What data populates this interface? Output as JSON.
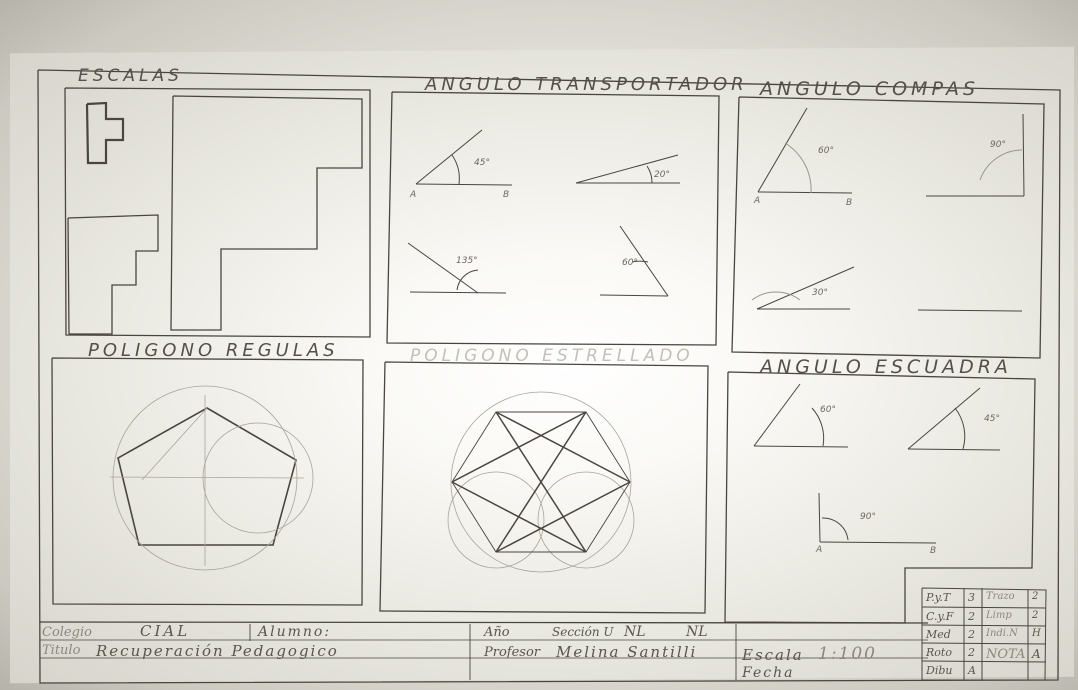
{
  "sections": {
    "escalas": "ESCALAS",
    "angulo_transportador": "ANGULO TRANSPORTADOR",
    "angulo_compas": "ANGULO   COMPAS",
    "poligono_regular": "POLIGONO REGULAS",
    "poligono_estrellado": "POLIGONO ESTRELLADO",
    "angulo_escuadra": "ANGULO ESCUADRA"
  },
  "transportador": {
    "a1": "45°",
    "a2": "20°",
    "a3": "135°",
    "a4": "60°",
    "pt_a": "A",
    "pt_b": "B"
  },
  "compas": {
    "a1": "60°",
    "a2": "90°",
    "a3": "30°",
    "pt_a": "A",
    "pt_b": "B"
  },
  "escuadra": {
    "a1": "60°",
    "a2": "45°",
    "a3": "90°",
    "pt_a": "A",
    "pt_b": "B"
  },
  "title_block": {
    "colegio_label": "Colegio",
    "colegio_value": "CIAL",
    "alumno_label": "Alumno:",
    "titulo_label": "Titulo",
    "titulo_value": "Recuperación  Pedagogico",
    "anio_label": "Año",
    "seccion_label": "Sección U",
    "nl_label": "NL",
    "nl2_label": "NL",
    "profesor_label": "Profesor",
    "profesor_value": "Melina  Santilli",
    "escala_label": "Escala",
    "escala_value": "1:100",
    "fecha_label": "Fecha"
  },
  "grades": {
    "pyt": "P.y.T",
    "pyt_v": "3",
    "cyf": "C.y.F",
    "cyf_v": "2",
    "med": "Med",
    "med_v": "2",
    "roto": "Roto",
    "roto_v": "2",
    "dibu": "Dibu",
    "dibu_v": "A",
    "trazo": "Trazo",
    "trazo_v": "2",
    "limpio": "Limp",
    "limpio_v": "2",
    "indice": "Indi.N",
    "indice_v": "H",
    "nota": "NOTA",
    "nota_v": "A"
  }
}
